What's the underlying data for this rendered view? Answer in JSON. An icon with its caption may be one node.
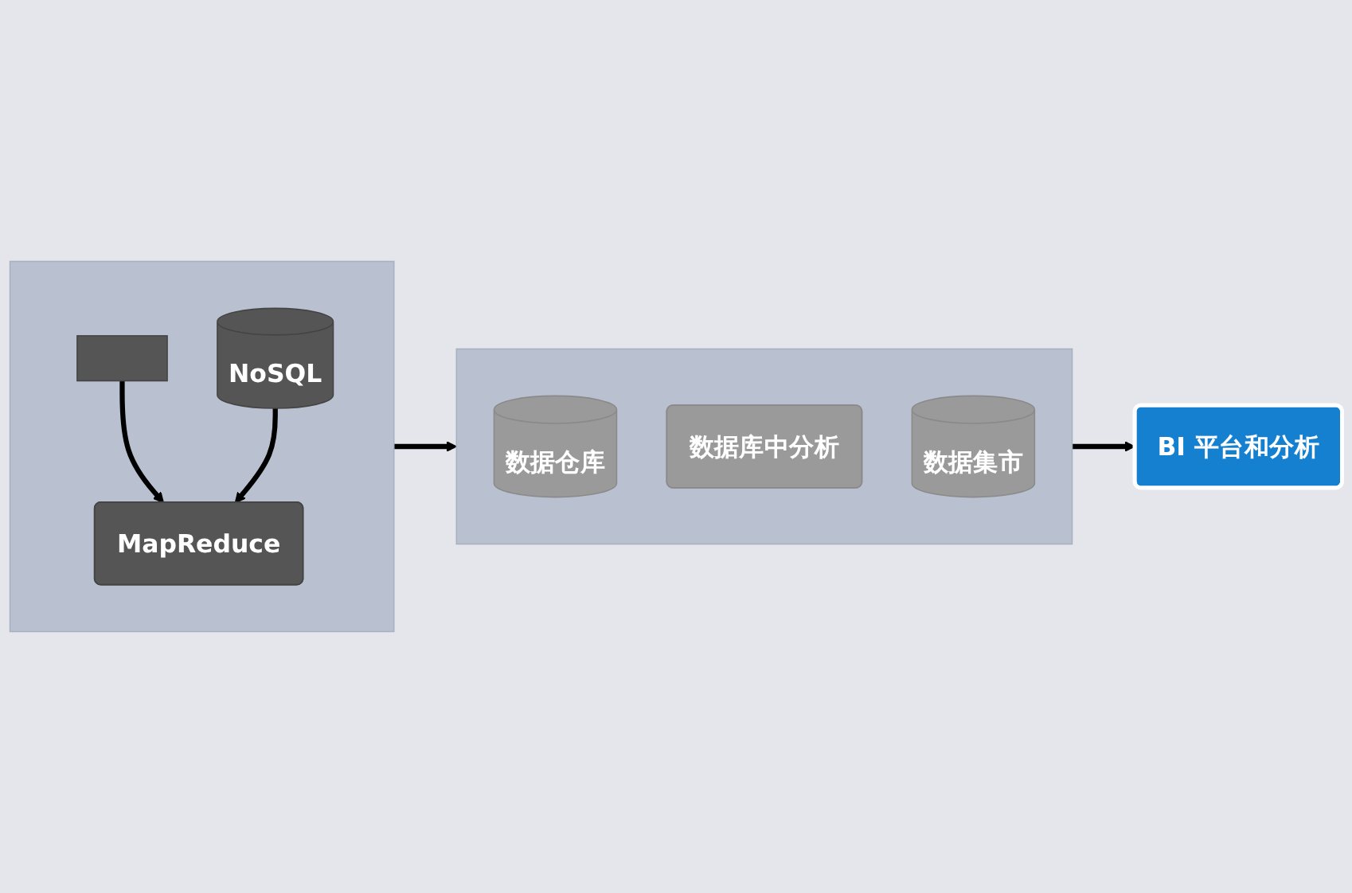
{
  "diagram": {
    "nodes": [
      {
        "text": [],
        "shape": "box"
      },
      {
        "text": [],
        "shape": "box",
        "in": 0
      },
      {
        "text": [
          "MapReduce"
        ],
        "in": 0
      },
      {
        "text": [
          "NoSQL"
        ],
        "in": 0
      },
      {
        "text": [],
        "shape": "box"
      },
      {
        "text": [
          "数据仓库"
        ],
        "in": 4
      },
      {
        "text": [
          "数据库中分析"
        ],
        "in": 4
      },
      {
        "text": [
          "数据集市"
        ],
        "in": 4
      },
      {
        "text": [
          "BI 平台和分析"
        ]
      }
    ],
    "edges": [
      {
        "from": 1,
        "to": 2,
        "arrow": "to"
      },
      {
        "from": 3,
        "to": 2,
        "arrow": "to"
      },
      {
        "from": 0,
        "to": 4,
        "arrow": "to"
      },
      {
        "from": 4,
        "to": 8,
        "arrow": "to"
      }
    ]
  }
}
